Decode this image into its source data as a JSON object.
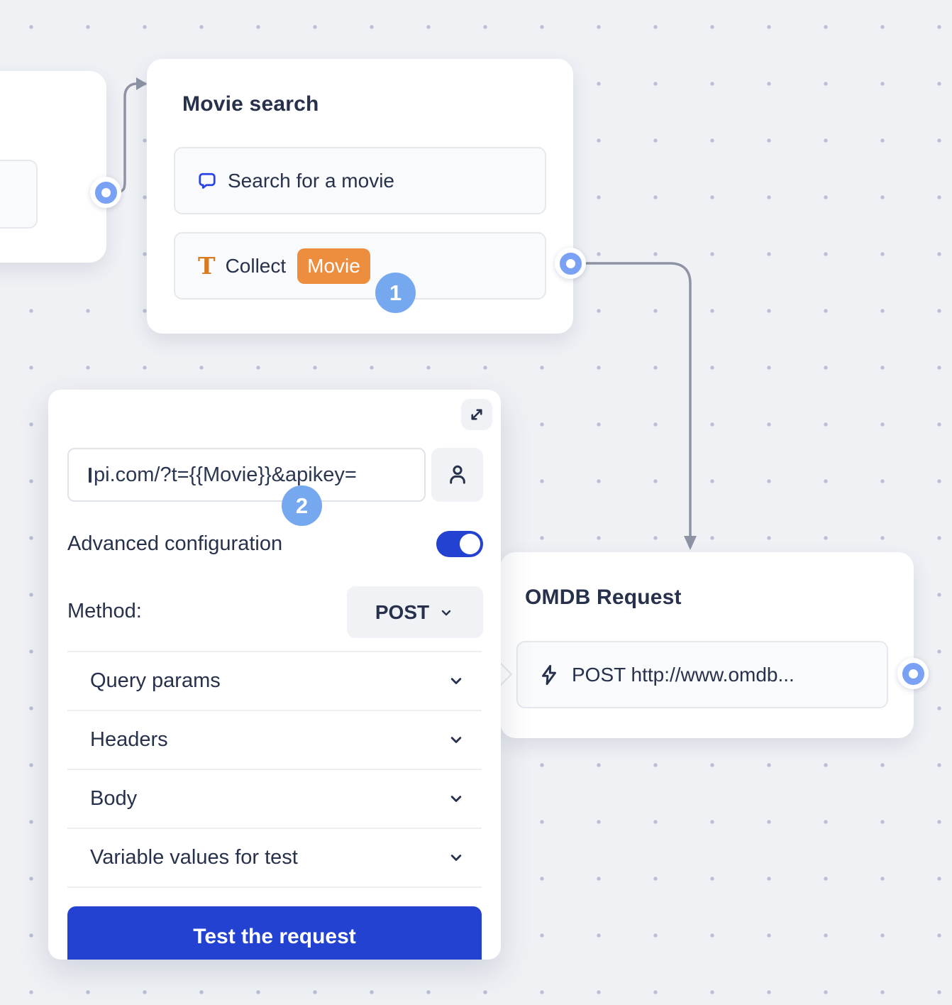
{
  "canvas": {
    "background": "#eff1f5",
    "dot_color": "#b8bfd3"
  },
  "colors": {
    "accent_blue": "#2342d1",
    "badge_blue": "#76a8ef",
    "port_ring_blue": "#7ba1f4",
    "edge_gray": "#8d93a5",
    "tag_orange": "#ed8d3e",
    "text_icon_orange": "#d97b1f",
    "chat_icon_blue": "#2945e8",
    "text_dark": "#27314b"
  },
  "icons": {
    "collect_type_glyph": "T"
  },
  "badges": {
    "collect_step": "1",
    "url_step": "2"
  },
  "nodes": {
    "movie_search": {
      "title": "Movie search",
      "items": [
        {
          "icon": "chat-bubble-icon",
          "label": "Search for a movie"
        },
        {
          "icon": "text-icon",
          "label": "Collect",
          "tag": "Movie"
        }
      ]
    },
    "omdb_request": {
      "title": "OMDB Request",
      "items": [
        {
          "icon": "lightning-icon",
          "label": "POST http://www.omdb..."
        }
      ]
    }
  },
  "panel": {
    "url_value": "pi.com/?t={{Movie}}&apikey=",
    "advanced_label": "Advanced configuration",
    "toggle_state": "on",
    "method_label": "Method:",
    "method_value": "POST",
    "sections": [
      {
        "label": "Query params"
      },
      {
        "label": "Headers"
      },
      {
        "label": "Body"
      },
      {
        "label": "Variable values for test"
      }
    ],
    "test_button_label": "Test the request"
  }
}
